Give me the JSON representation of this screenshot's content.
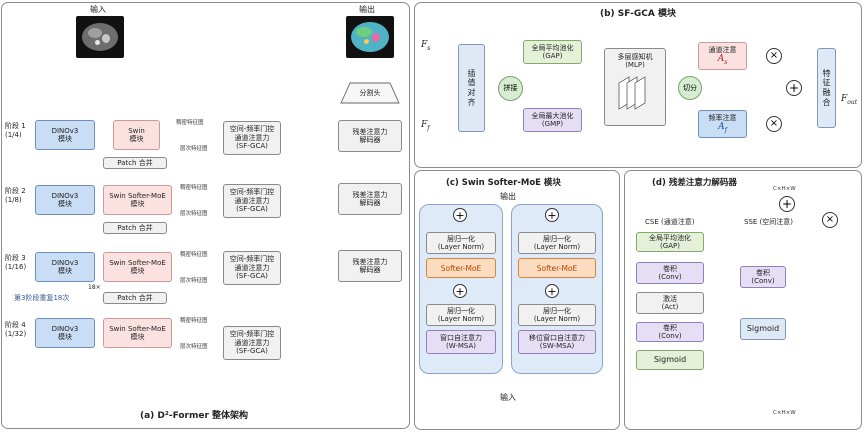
{
  "panel_a": {
    "title": "(a) D²-Former 整体架构",
    "input_label": "输入",
    "output_label": "输出",
    "stages": [
      {
        "label": "阶段 1\n(1/4)",
        "dino": "DINOv3\n模块",
        "swin": "Swin\n模块",
        "decoder": "残差注意力\n解码器"
      },
      {
        "label": "阶段 2\n(1/8)",
        "dino": "DINOv3\n模块",
        "swin": "Swin Softer-MoE\n模块",
        "decoder": "残差注意力\n解码器"
      },
      {
        "label": "阶段 3\n(1/16)",
        "dino": "DINOv3\n模块",
        "swin": "Swin Softer-MoE\n模块",
        "decoder": "残差注意力\n解码器"
      },
      {
        "label": "阶段 4\n(1/32)",
        "dino": "DINOv3\n模块",
        "swin": "Swin Softer-MoE\n模块",
        "decoder": ""
      }
    ],
    "patch_merge": "Patch 合并",
    "dense_feature": "稠密特征图",
    "hier_feature": "层次特征图",
    "sfgca": "空间-频率门控\n通道注意力\n(SF-GCA)",
    "seg_head": "分割头",
    "repeat_note": "第3阶段重复18次",
    "repeat_count": "18×"
  },
  "panel_b": {
    "title": "(b) SF-GCA 模块",
    "fs": "F",
    "fs_sub": "s",
    "ff": "F",
    "ff_sub": "f",
    "align": "插\n值\n对\n齐",
    "concat": "拼接",
    "gap": "全局平均池化\n(GAP)",
    "gmp": "全局最大池化\n(GMP)",
    "mlp": "多层感知机\n(MLP)",
    "split": "切分",
    "ch_att": "通道注意",
    "freq_att": "频率注意",
    "as_sym": "A",
    "as_sub": "s",
    "af_sym": "A",
    "af_sub": "f",
    "fusion": "特\n征\n融\n合",
    "fout": "F",
    "fout_sub": "out",
    "times": "×",
    "plus": "+"
  },
  "panel_c": {
    "title": "(c) Swin Softer-MoE 模块",
    "output_label": "输出",
    "input_label": "输入",
    "layer_norm": "层归一化\n(Layer Norm)",
    "softer_moe": "Softer-MoE",
    "wmsa": "窗口自注意力\n(W-MSA)",
    "swmsa": "移位窗口自注意力\n(SW-MSA)",
    "plus": "+"
  },
  "panel_d": {
    "title": "(d) 残差注意力解码器",
    "chw": "C×H×W",
    "cse": "CSE (通道注意)",
    "sse": "SSE (空间注意)",
    "gap": "全局平均池化\n(GAP)",
    "conv": "卷积\n(Conv)",
    "act": "激活\n(Act)",
    "sigmoid": "Sigmoid",
    "plus": "+",
    "times": "×"
  },
  "colors": {
    "dino": "#c9ddf5",
    "swin": "#fbe2e0",
    "orange_arrow": "#f7c08a",
    "softer_moe": "#fbdcc0",
    "pool": "#e4f0d8",
    "msa": "#e6def4"
  }
}
